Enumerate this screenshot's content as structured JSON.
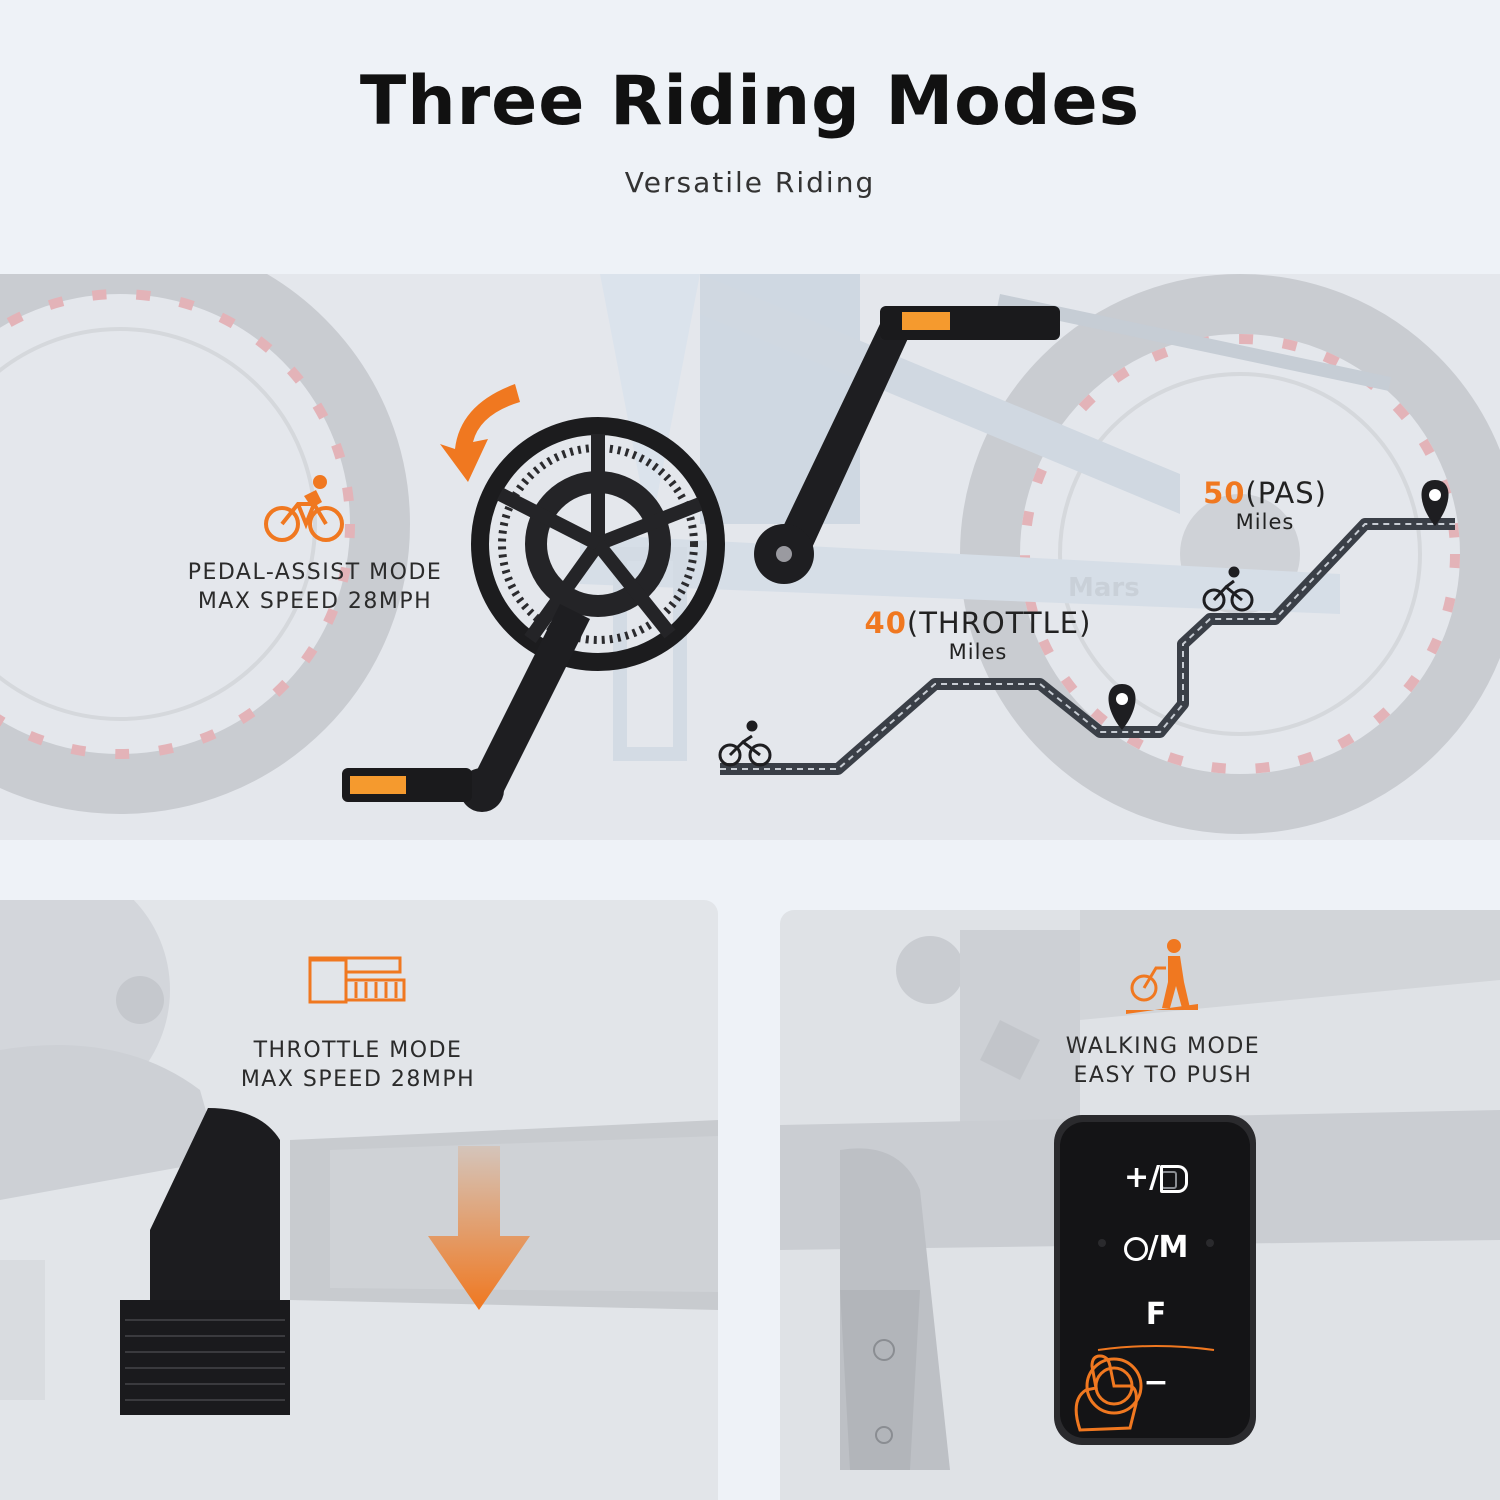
{
  "header": {
    "title": "Three Riding Modes",
    "subtitle": "Versatile Riding"
  },
  "pedal_assist": {
    "line1": "PEDAL-ASSIST MODE",
    "line2": "MAX SPEED 28MPH",
    "icon": "cyclist-icon"
  },
  "range": {
    "throttle_value": "40",
    "throttle_mode": "(THROTTLE)",
    "throttle_unit": "Miles",
    "pas_value": "50",
    "pas_mode": "(PAS)",
    "pas_unit": "Miles"
  },
  "frame_text": "Mars",
  "throttle": {
    "line1": "THROTTLE MODE",
    "line2": "MAX SPEED 28MPH",
    "icon": "throttle-grip-icon"
  },
  "walking": {
    "line1": "WALKING MODE",
    "line2": "EASY TO PUSH",
    "icon": "walking-bike-icon"
  },
  "controller": {
    "btn_plus": "+/",
    "btn_power": "/M",
    "btn_f": "F",
    "btn_minus": "−"
  },
  "colors": {
    "accent": "#f07820",
    "title": "#111111",
    "route": "#3a3f47"
  }
}
